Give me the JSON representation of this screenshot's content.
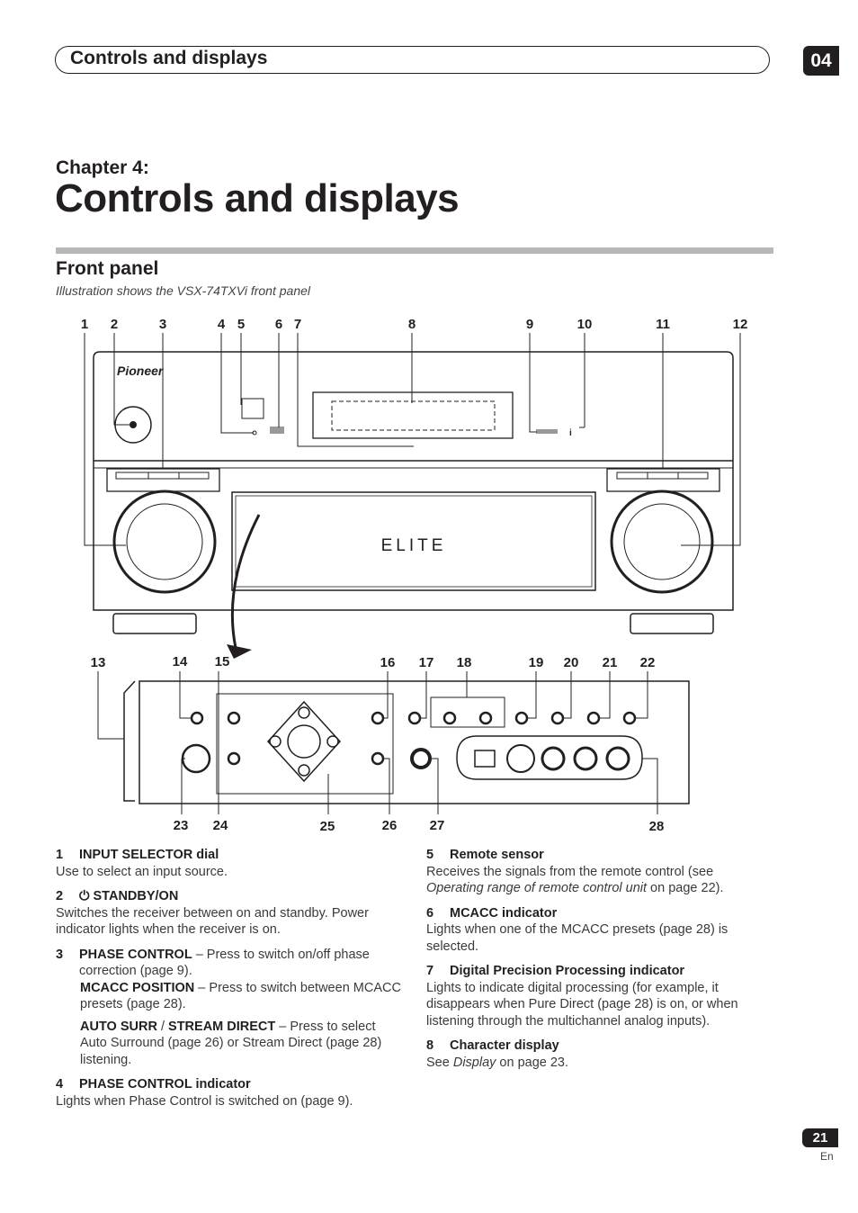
{
  "header": {
    "title": "Controls and displays",
    "chapter_number": "04"
  },
  "chapter": {
    "label": "Chapter 4:",
    "title": "Controls and displays"
  },
  "section": {
    "title": "Front panel",
    "caption": "Illustration shows the VSX-74TXVi front panel"
  },
  "diagram": {
    "brand_logo": "Pioneer",
    "elite_logo": "ELITE",
    "callouts_top": [
      "1",
      "2",
      "3",
      "4",
      "5",
      "6",
      "7",
      "8",
      "9",
      "10",
      "11",
      "12"
    ],
    "callouts_mid": [
      "13",
      "14",
      "15",
      "16",
      "17",
      "18",
      "19",
      "20",
      "21",
      "22"
    ],
    "callouts_bottom": [
      "23",
      "24",
      "25",
      "26",
      "27",
      "28"
    ]
  },
  "items": {
    "i1": {
      "num": "1",
      "title": "INPUT SELECTOR dial",
      "body": "Use to select an input source."
    },
    "i2": {
      "num": "2",
      "title": "STANDBY/ON",
      "body": "Switches the receiver between on and standby. Power indicator lights when the receiver is on."
    },
    "i3": {
      "num": "3",
      "title": "PHASE CONTROL",
      "body": " – Press to switch on/off phase correction (page 9).",
      "sub1_title": "MCACC POSITION",
      "sub1_body": " – Press to switch between MCACC presets (page 28).",
      "sub2_title_a": "AUTO SURR",
      "sub2_sep": " / ",
      "sub2_title_b": "STREAM DIRECT",
      "sub2_body": " – Press to select Auto Surround (page 26) or Stream Direct (page 28) listening."
    },
    "i4": {
      "num": "4",
      "title": "PHASE CONTROL indicator",
      "body": "Lights when Phase Control is switched on (page 9)."
    },
    "i5": {
      "num": "5",
      "title": "Remote sensor",
      "body_a": "Receives the signals from the remote control (see ",
      "body_em": "Operating range of remote control unit",
      "body_b": " on page 22)."
    },
    "i6": {
      "num": "6",
      "title": "MCACC indicator",
      "body": "Lights when one of the MCACC presets (page 28) is selected."
    },
    "i7": {
      "num": "7",
      "title": "Digital Precision Processing indicator",
      "body": "Lights to indicate digital processing (for example, it disappears when Pure Direct (page 28) is on, or when listening through the multichannel analog inputs)."
    },
    "i8": {
      "num": "8",
      "title": "Character display",
      "body_a": "See ",
      "body_em": "Display",
      "body_b": " on page 23."
    }
  },
  "footer": {
    "page": "21",
    "lang": "En"
  }
}
